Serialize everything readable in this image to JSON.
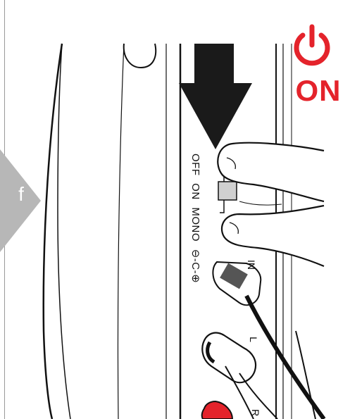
{
  "step": {
    "letter": "f"
  },
  "power": {
    "label": "ON",
    "color": "#e4232b"
  },
  "switch": {
    "positions": [
      "OFF",
      "ON",
      "MONO"
    ]
  },
  "jacks": {
    "in_label": "IN",
    "left_label": "L",
    "right_label": "R"
  },
  "colors": {
    "tab": "#b7b7b7",
    "ink": "#111111",
    "accent_red": "#e4232b"
  }
}
